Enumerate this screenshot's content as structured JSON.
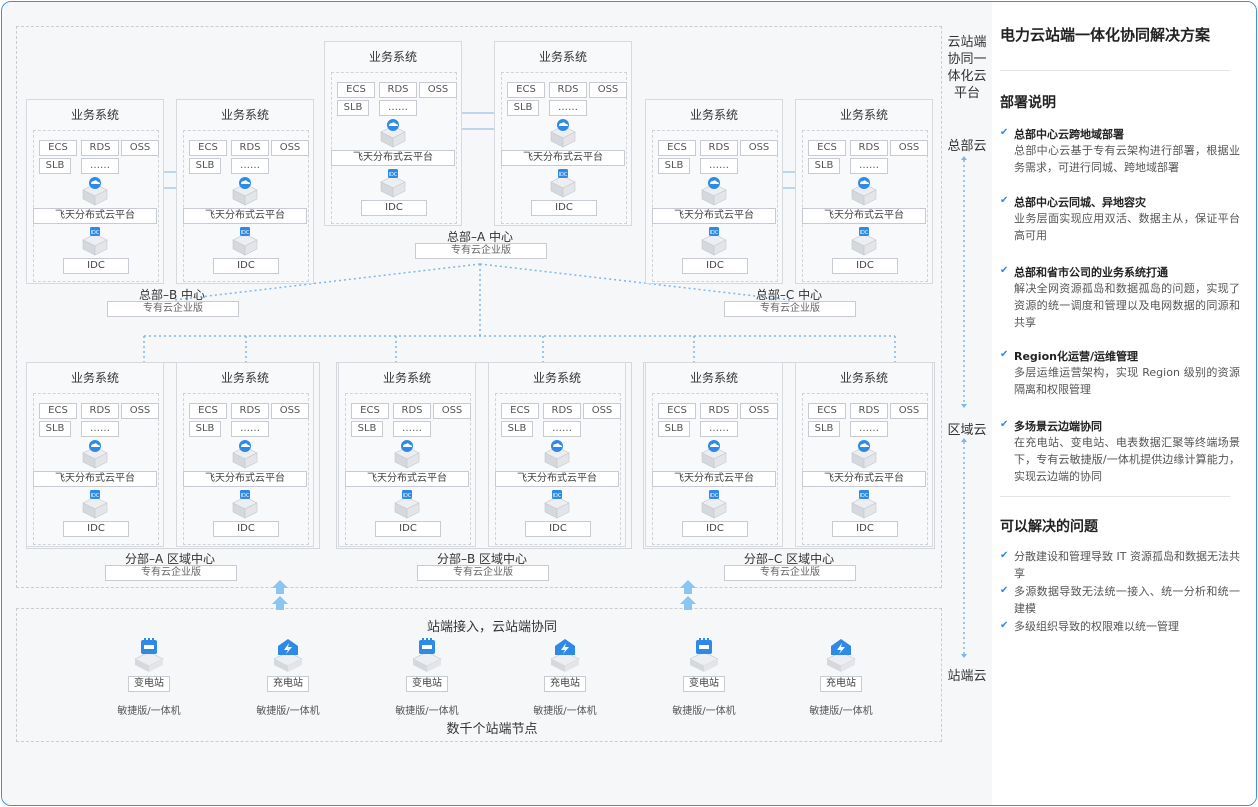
{
  "right_panel": {
    "title": "电力云站端一体化协同解决方案",
    "deploy_heading": "部署说明",
    "deploy_items": [
      {
        "title": "总部中心云跨地域部署",
        "body": "总部中心云基于专有云架构进行部署，根据业务需求，可进行同城、跨地域部署"
      },
      {
        "title": "总部中心云同城、异地容灾",
        "body": "业务层面实现应用双活、数据主从，保证平台高可用"
      },
      {
        "title": "总部和省市公司的业务系统打通",
        "body": "解决全网资源孤岛和数据孤岛的问题，实现了资源的统一调度和管理以及电网数据的同源和共享"
      },
      {
        "title": "Region化运营/运维管理",
        "body": "多层运维运营架构，实现 Region 级别的资源隔离和权限管理"
      },
      {
        "title": "多场景云边端协同",
        "body": "在充电站、变电站、电表数据汇聚等终端场景下，专有云敏捷版/一体机提供边缘计算能力，实现云边端的协同"
      }
    ],
    "solve_heading": "可以解决的问题",
    "solve_items": [
      "分散建设和管理导致 IT 资源孤岛和数据无法共享",
      "多源数据导致无法统一接入、统一分析和统一建模",
      "多级组织导致的权限难以统一管理"
    ]
  },
  "tiers": {
    "platform_label": "云站端协同一体化云平台",
    "hq": "总部云",
    "region": "区域云",
    "station": "站端云"
  },
  "labels": {
    "biz_system": "业务系统",
    "ecs": "ECS",
    "rds": "RDS",
    "oss": "OSS",
    "slb": "SLB",
    "more": "……",
    "platform": "飞天分布式云平台",
    "idc": "IDC",
    "edition": "专有云企业版"
  },
  "centers": {
    "hq_a": "总部–A 中心",
    "hq_b": "总部–B 中心",
    "hq_c": "总部–C 中心",
    "br_a": "分部–A 区域中心",
    "br_b": "分部–B 区域中心",
    "br_c": "分部–C 区域中心"
  },
  "station": {
    "title": "站端接入，云站端协同",
    "footer": "数千个站端节点",
    "nodes": [
      {
        "name": "变电站",
        "sub": "敏捷版/一体机",
        "icon": "substation-icon"
      },
      {
        "name": "充电站",
        "sub": "敏捷版/一体机",
        "icon": "charging-station-icon"
      },
      {
        "name": "变电站",
        "sub": "敏捷版/一体机",
        "icon": "substation-icon"
      },
      {
        "name": "充电站",
        "sub": "敏捷版/一体机",
        "icon": "charging-station-icon"
      },
      {
        "name": "变电站",
        "sub": "敏捷版/一体机",
        "icon": "substation-icon"
      },
      {
        "name": "充电站",
        "sub": "敏捷版/一体机",
        "icon": "charging-station-icon"
      }
    ]
  },
  "colors": {
    "accent": "#2e8ae6",
    "dotted": "#7fb6e8",
    "arrow": "#8cc4f2"
  }
}
